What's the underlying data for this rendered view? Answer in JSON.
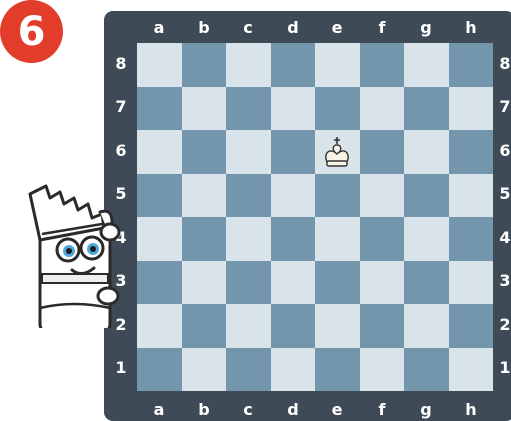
{
  "lesson": {
    "number": "6"
  },
  "board": {
    "files": [
      "a",
      "b",
      "c",
      "d",
      "e",
      "f",
      "g",
      "h"
    ],
    "ranks": [
      "8",
      "7",
      "6",
      "5",
      "4",
      "3",
      "2",
      "1"
    ],
    "pieces": [
      {
        "square": "e6",
        "piece": "king",
        "color": "white"
      }
    ]
  },
  "mascot": {
    "icon": "rook-mascot-icon"
  },
  "colors": {
    "badge": "#e23c2a",
    "frame": "#3e4b56",
    "light_square": "#d9e3ea",
    "dark_square": "#7396ac"
  }
}
